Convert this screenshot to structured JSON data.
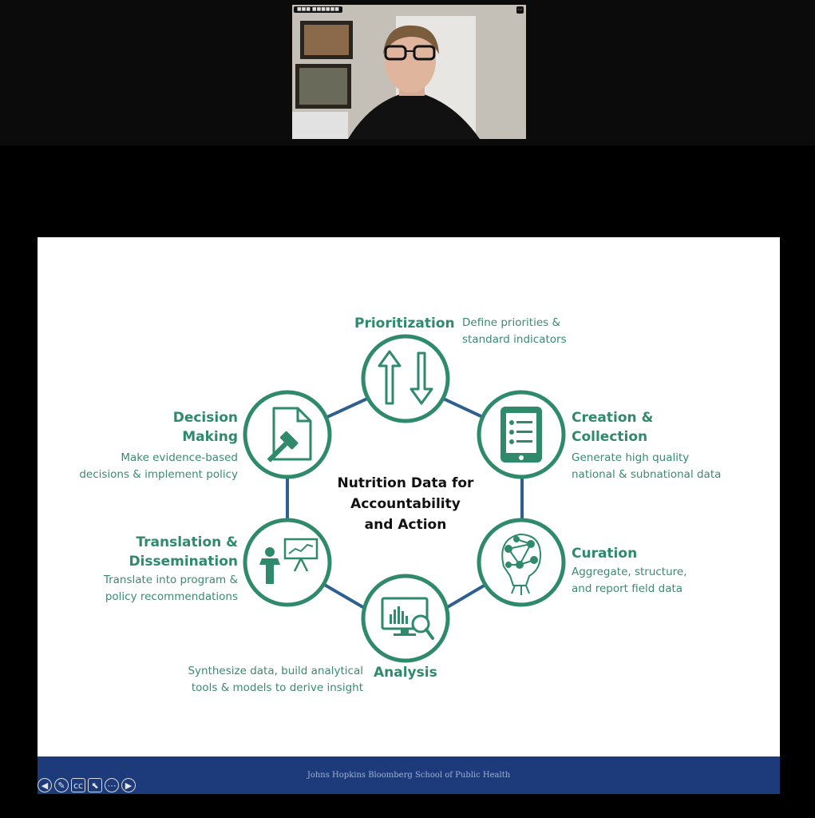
{
  "meeting": {
    "participant_name": "■■■ ■■■■■■",
    "tile_menu_icon": "more-icon"
  },
  "slide": {
    "center_title_lines": [
      "Nutrition Data for",
      "Accountability",
      "and Action"
    ],
    "stages": {
      "prioritization": {
        "title": "Prioritization",
        "desc": [
          "Define priorities &",
          "standard indicators"
        ],
        "icon": "up-down-arrows-icon"
      },
      "creation": {
        "title": [
          "Creation &",
          "Collection"
        ],
        "desc": [
          "Generate high quality",
          "national & subnational data"
        ],
        "icon": "tablet-checklist-icon"
      },
      "curation": {
        "title": "Curation",
        "desc": [
          "Aggregate, structure,",
          "and report field data"
        ],
        "icon": "network-head-icon"
      },
      "analysis": {
        "title": "Analysis",
        "desc": [
          "Synthesize data, build analytical",
          "tools & models to derive insight"
        ],
        "icon": "monitor-magnifier-icon"
      },
      "translation": {
        "title": [
          "Translation &",
          "Dissemination"
        ],
        "desc": [
          "Translate into program &",
          "policy recommendations"
        ],
        "icon": "presenter-easel-icon"
      },
      "decision": {
        "title": [
          "Decision",
          "Making"
        ],
        "desc": [
          "Make evidence-based",
          "decisions & implement policy"
        ],
        "icon": "gavel-document-icon"
      }
    },
    "footer": "Johns Hopkins Bloomberg School of Public Health",
    "colors": {
      "green": "#2e8a6b",
      "blue_ring": "#2d5f8f",
      "footer_band": "#1d3a7a"
    }
  },
  "controls": {
    "prev": "◀",
    "pen": "✎",
    "cc": "cc",
    "pointer": "⬉",
    "more": "⋯",
    "next": "▶"
  }
}
